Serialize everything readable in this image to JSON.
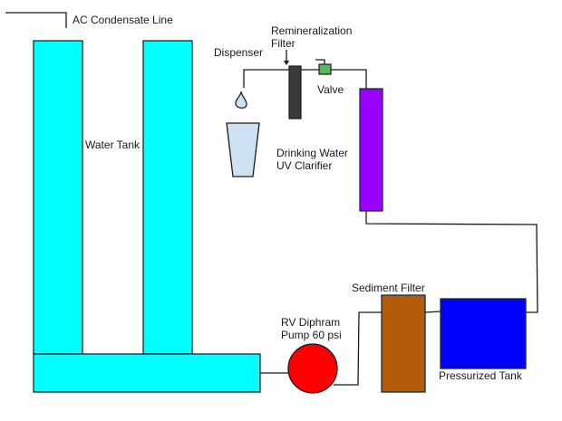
{
  "diagram": {
    "title": "AC Condensate Water Filtration System",
    "labels": {
      "ac_line": "AC Condensate Line",
      "water_tank": "Water Tank",
      "dispenser": "Dispenser",
      "remineralization_1": "Remineralization",
      "remineralization_2": "Filter",
      "valve": "Valve",
      "uv_1": "Drinking Water",
      "uv_2": "UV Clarifier",
      "sediment": "Sediment Filter",
      "pump_1": "RV Diphram",
      "pump_2": "Pump 60 psi",
      "pressurized": "Pressurized Tank"
    },
    "colors": {
      "water_tank": "#00ffff",
      "remineralization_filter": "#3a3a3a",
      "valve": "#5cb85c",
      "uv_clarifier": "#9900ff",
      "sediment_filter": "#b35c0a",
      "pressurized_tank": "#0000ff",
      "pump": "#ff0000",
      "cup": "#cfe2f3",
      "pipe": "#1a1a1a"
    }
  }
}
